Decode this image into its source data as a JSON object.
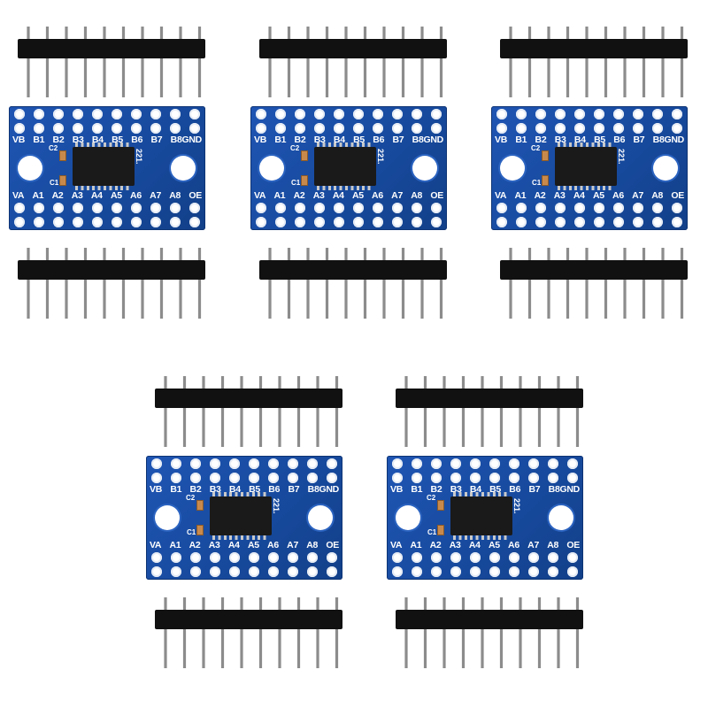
{
  "product": {
    "module_count": 5,
    "pins_per_header": 10,
    "headers_per_module": 2,
    "colors": {
      "pcb": "#1a52b0",
      "silkscreen": "#ffffff",
      "header_plastic": "#111111",
      "pin_metal": "#8c8c8c",
      "chip": "#1a1a1a"
    },
    "silkscreen": {
      "top_labels": [
        "VB",
        "B1",
        "B2",
        "B3",
        "B4",
        "B5",
        "B6",
        "B7",
        "B8GND"
      ],
      "bottom_labels": [
        "VA",
        "A1",
        "A2",
        "A3",
        "A4",
        "A5",
        "A6",
        "A7",
        "A8",
        "OE"
      ],
      "cap_top": "C2",
      "cap_bottom": "C1",
      "chip_code": "221."
    }
  }
}
